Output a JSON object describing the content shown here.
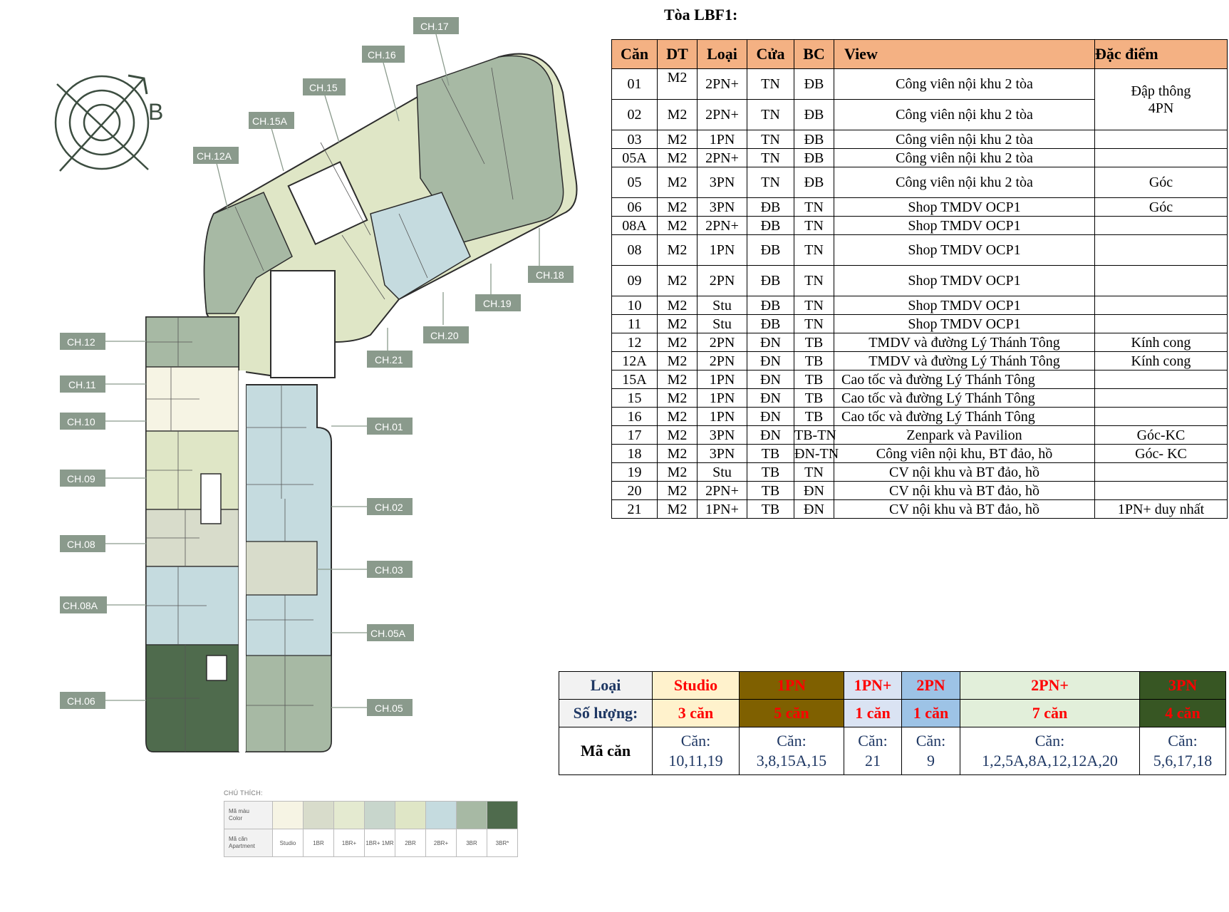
{
  "title": "Tòa LBF1:",
  "plan": {
    "compass_letter": "B",
    "callouts": [
      "CH.17",
      "CH.16",
      "CH.15",
      "CH.15A",
      "CH.12A",
      "CH.12",
      "CH.11",
      "CH.10",
      "CH.09",
      "CH.08",
      "CH.08A",
      "CH.06",
      "CH.18",
      "CH.19",
      "CH.20",
      "CH.21",
      "CH.01",
      "CH.02",
      "CH.03",
      "CH.05A",
      "CH.05"
    ]
  },
  "legend": {
    "caption": "CHÚ THÍCH:",
    "row1_label_a": "Mã màu",
    "row1_label_b": "Color",
    "row2_label_a": "Mã căn",
    "row2_label_b": "Apartment",
    "types": [
      "Studio",
      "1BR",
      "1BR+",
      "1BR+ 1MR",
      "2BR",
      "2BR+",
      "3BR",
      "3BR*"
    ],
    "colors": [
      "#f6f4e4",
      "#d8dccb",
      "#e4ead0",
      "#c8d6cc",
      "#dfe6c6",
      "#c5dbdf",
      "#a7b9a4",
      "#4f6b4d"
    ]
  },
  "table": {
    "headers": [
      "Căn",
      "DT",
      "Loại",
      "Cửa",
      "BC",
      "View",
      "Đặc điểm"
    ],
    "merged_note": "Đập thông 4PN",
    "rows": [
      {
        "can": "01",
        "dt": "M2",
        "loai": "2PN+",
        "cua": "TN",
        "bc": "ĐB",
        "view": "Công viên nội khu 2 tòa",
        "note": ""
      },
      {
        "can": "02",
        "dt": "M2",
        "loai": "2PN+",
        "cua": "TN",
        "bc": "ĐB",
        "view": "Công viên nội khu 2 tòa",
        "note": ""
      },
      {
        "can": "03",
        "dt": "M2",
        "loai": "1PN",
        "cua": "TN",
        "bc": "ĐB",
        "view": "Công viên nội khu 2 tòa",
        "note": ""
      },
      {
        "can": "05A",
        "dt": "M2",
        "loai": "2PN+",
        "cua": "TN",
        "bc": "ĐB",
        "view": "Công viên nội khu 2 tòa",
        "note": ""
      },
      {
        "can": "05",
        "dt": "M2",
        "loai": "3PN",
        "cua": "TN",
        "bc": "ĐB",
        "view": "Công viên nội khu 2 tòa",
        "note": "Góc"
      },
      {
        "can": "06",
        "dt": "M2",
        "loai": "3PN",
        "cua": "ĐB",
        "bc": "TN",
        "view": "Shop TMDV OCP1",
        "note": "Góc"
      },
      {
        "can": "08A",
        "dt": "M2",
        "loai": "2PN+",
        "cua": "ĐB",
        "bc": "TN",
        "view": "Shop TMDV OCP1",
        "note": ""
      },
      {
        "can": "08",
        "dt": "M2",
        "loai": "1PN",
        "cua": "ĐB",
        "bc": "TN",
        "view": "Shop TMDV OCP1",
        "note": ""
      },
      {
        "can": "09",
        "dt": "M2",
        "loai": "2PN",
        "cua": "ĐB",
        "bc": "TN",
        "view": "Shop TMDV OCP1",
        "note": ""
      },
      {
        "can": "10",
        "dt": "M2",
        "loai": "Stu",
        "cua": "ĐB",
        "bc": "TN",
        "view": "Shop TMDV OCP1",
        "note": ""
      },
      {
        "can": "11",
        "dt": "M2",
        "loai": "Stu",
        "cua": "ĐB",
        "bc": "TN",
        "view": "Shop TMDV OCP1",
        "note": ""
      },
      {
        "can": "12",
        "dt": "M2",
        "loai": "2PN",
        "cua": "ĐN",
        "bc": "TB",
        "view": "TMDV và đường Lý Thánh Tông",
        "note": "Kính cong"
      },
      {
        "can": "12A",
        "dt": "M2",
        "loai": "2PN",
        "cua": "ĐN",
        "bc": "TB",
        "view": "TMDV và đường Lý Thánh Tông",
        "note": "Kính cong"
      },
      {
        "can": "15A",
        "dt": "M2",
        "loai": "1PN",
        "cua": "ĐN",
        "bc": "TB",
        "view": "Cao tốc và đường Lý Thánh Tông",
        "note": ""
      },
      {
        "can": "15",
        "dt": "M2",
        "loai": "1PN",
        "cua": "ĐN",
        "bc": "TB",
        "view": "Cao tốc và đường Lý Thánh Tông",
        "note": ""
      },
      {
        "can": "16",
        "dt": "M2",
        "loai": "1PN",
        "cua": "ĐN",
        "bc": "TB",
        "view": "Cao tốc và đường Lý Thánh Tông",
        "note": ""
      },
      {
        "can": "17",
        "dt": "M2",
        "loai": "3PN",
        "cua": "ĐN",
        "bc": "TB-TN",
        "view": "Zenpark và Pavilion",
        "note": "Góc-KC"
      },
      {
        "can": "18",
        "dt": "M2",
        "loai": "3PN",
        "cua": "TB",
        "bc": "ĐN-TN",
        "view": "Công viên nội khu, BT đảo, hồ",
        "note": "Góc- KC"
      },
      {
        "can": "19",
        "dt": "M2",
        "loai": "Stu",
        "cua": "TB",
        "bc": "TN",
        "view": "CV nội khu và BT đảo, hồ",
        "note": ""
      },
      {
        "can": "20",
        "dt": "M2",
        "loai": "2PN+",
        "cua": "TB",
        "bc": "ĐN",
        "view": "CV nội khu và BT đảo, hồ",
        "note": ""
      },
      {
        "can": "21",
        "dt": "M2",
        "loai": "1PN+",
        "cua": "TB",
        "bc": "ĐN",
        "view": "CV nội khu và BT đảo, hồ",
        "note": "1PN+ duy nhất"
      }
    ]
  },
  "summary": {
    "labels": {
      "type": "Loại",
      "count": "Số lượng:",
      "codes": "Mã căn"
    },
    "columns": [
      {
        "type": "Studio",
        "count": "3 căn",
        "codes_a": "Căn:",
        "codes_b": "10,11,19",
        "bg": "#fff2cc",
        "fg": "#ff0000"
      },
      {
        "type": "1PN",
        "count": "5 căn",
        "codes_a": "Căn:",
        "codes_b": "3,8,15A,15",
        "bg": "#7f6000",
        "fg": "#ff0000"
      },
      {
        "type": "1PN+",
        "count": "1 căn",
        "codes_a": "Căn:",
        "codes_b": "21",
        "bg": "#dae3f3",
        "fg": "#ff0000"
      },
      {
        "type": "2PN",
        "count": "1 căn",
        "codes_a": "Căn:",
        "codes_b": "9",
        "bg": "#9dc3e6",
        "fg": "#ff0000"
      },
      {
        "type": "2PN+",
        "count": "7 căn",
        "codes_a": "Căn:",
        "codes_b": "1,2,5A,8A,12,12A,20",
        "bg": "#e2efda",
        "fg": "#ff0000"
      },
      {
        "type": "3PN",
        "count": "4 căn",
        "codes_a": "Căn:",
        "codes_b": "5,6,17,18",
        "bg": "#375623",
        "fg": "#ff0000"
      }
    ]
  }
}
